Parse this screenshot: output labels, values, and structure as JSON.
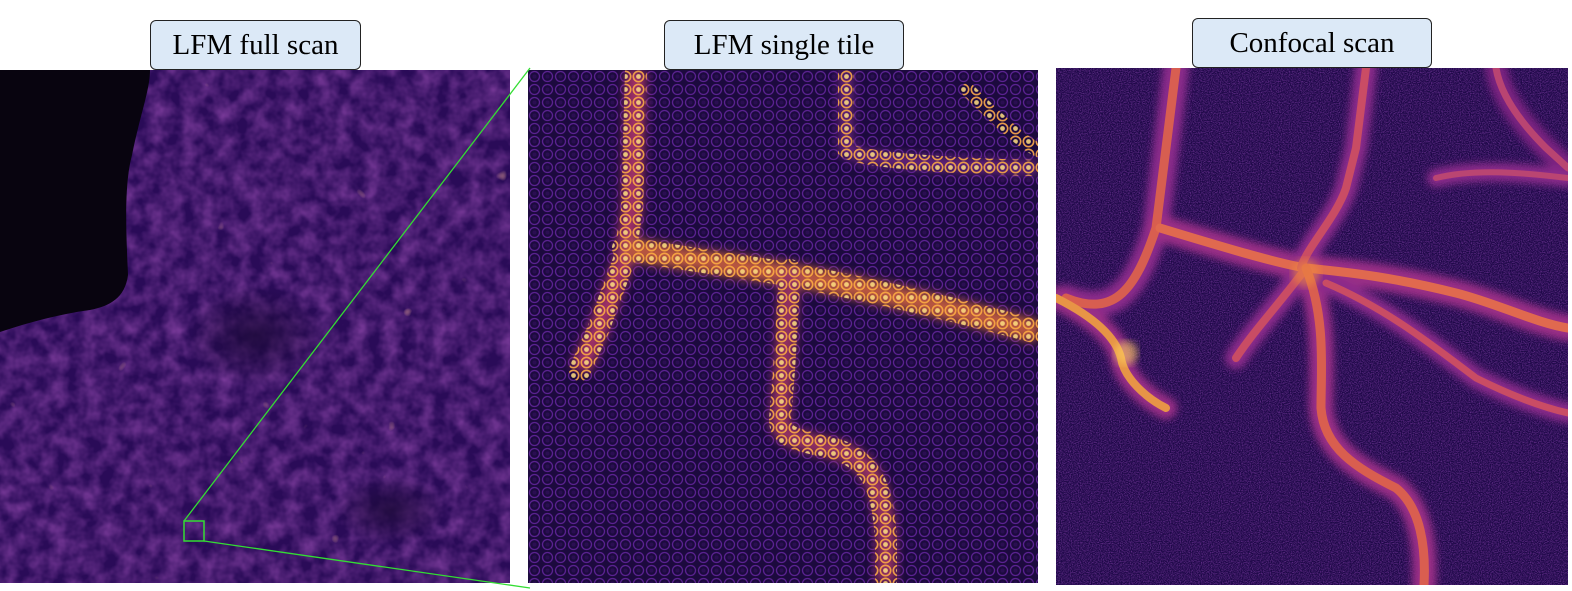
{
  "panels": [
    {
      "id": "full",
      "title": "LFM full scan"
    },
    {
      "id": "tile",
      "title": "LFM single tile"
    },
    {
      "id": "confocal",
      "title": "Confocal scan"
    }
  ],
  "colors": {
    "background_dark": "#0a0418",
    "tissue_base": "#2a0a5c",
    "mid_purple": "#6a1a8a",
    "magenta": "#b0307a",
    "orange": "#f08a30",
    "yellow": "#ffd060",
    "zoom_indicator": "#33dd33"
  },
  "colormap": "inferno"
}
